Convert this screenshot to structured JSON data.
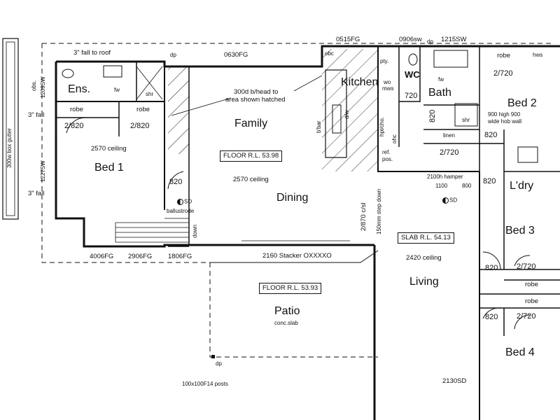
{
  "rooms": {
    "ens": "Ens.",
    "wc": "WC",
    "bath": "Bath",
    "bed1": "Bed 1",
    "bed2": "Bed 2",
    "bed3": "Bed 3",
    "bed4": "Bed 4",
    "family": "Family",
    "kitchen": "Kitchen",
    "dining": "Dining",
    "living": "Living",
    "patio": "Patio",
    "laundry": "L'dry"
  },
  "notes": {
    "fall_to_roof": "3\" fall to roof",
    "fall_a": "3\" fall",
    "fall_b": "3\" fall",
    "box_gutter": "300w box gutter",
    "head_note_line1": "300d b/head to",
    "head_note_line2": "area shown hatched",
    "floor_rl_upper": "FLOOR R.L. 53.98",
    "ceiling_family": "2570 ceiling",
    "ceiling_bed1": "2570 ceiling",
    "slab_rl": "SLAB R.L. 54.13",
    "ceiling_living": "2420 ceiling",
    "floor_rl_patio": "FLOOR R.L. 53.93",
    "conc_slab": "conc.slab",
    "stacker": "2160 Stacker OXXXXO",
    "step_down": "150mm step down",
    "opening": "2/870 c/sl",
    "ballustrode": "ballustrode",
    "down": "down",
    "hob_wall_line1": "900 high 900",
    "hob_wall_line2": "wide hob wall",
    "hamper": "2100h hamper",
    "posts": "100x100F14 posts",
    "obs": "obs.",
    "bbar": "b'bar",
    "pty": "pty.",
    "dw": "d/w",
    "wo_line1": "wo",
    "wo_line2": "mws",
    "hpl": "hpl/cho.",
    "ohc": "ohc",
    "ref_line1": "ref.",
    "ref_line2": "pos.",
    "linen": "linen",
    "hws": "hws",
    "shr_ens": "shr",
    "shr_bath": "shr",
    "fw_ens": "fw",
    "fw_bath": "fw",
    "sd_a": "SD",
    "sd_b": "SD",
    "obc": "obc"
  },
  "windows": {
    "w1": "0515FG",
    "w2": "0906sw",
    "w3": "1215SW",
    "w4": "0630FG",
    "w5": "1209SW",
    "w6": "1227SW",
    "w7": "4006FG",
    "w8": "2906FG",
    "w9": "1806FG",
    "w10": "2130SD",
    "dp1": "dp",
    "dp2": "dp",
    "dp3": "dp"
  },
  "robes": {
    "r1": "robe",
    "r2": "robe",
    "r3": "robe",
    "r4": "robe",
    "r5": "robe"
  },
  "doors": {
    "d1": "2/820",
    "d2": "2/820",
    "d3": "820",
    "d4": "720",
    "d5": "820",
    "d6": "2/720",
    "d7": "2/720",
    "d8": "820",
    "d9": "820",
    "d10": "820",
    "d11": "2/720",
    "d12": "820",
    "d13": "2/720",
    "d14": "1100",
    "d15": "800"
  },
  "colors": {
    "ink": "#111111",
    "paper": "#ffffff"
  }
}
